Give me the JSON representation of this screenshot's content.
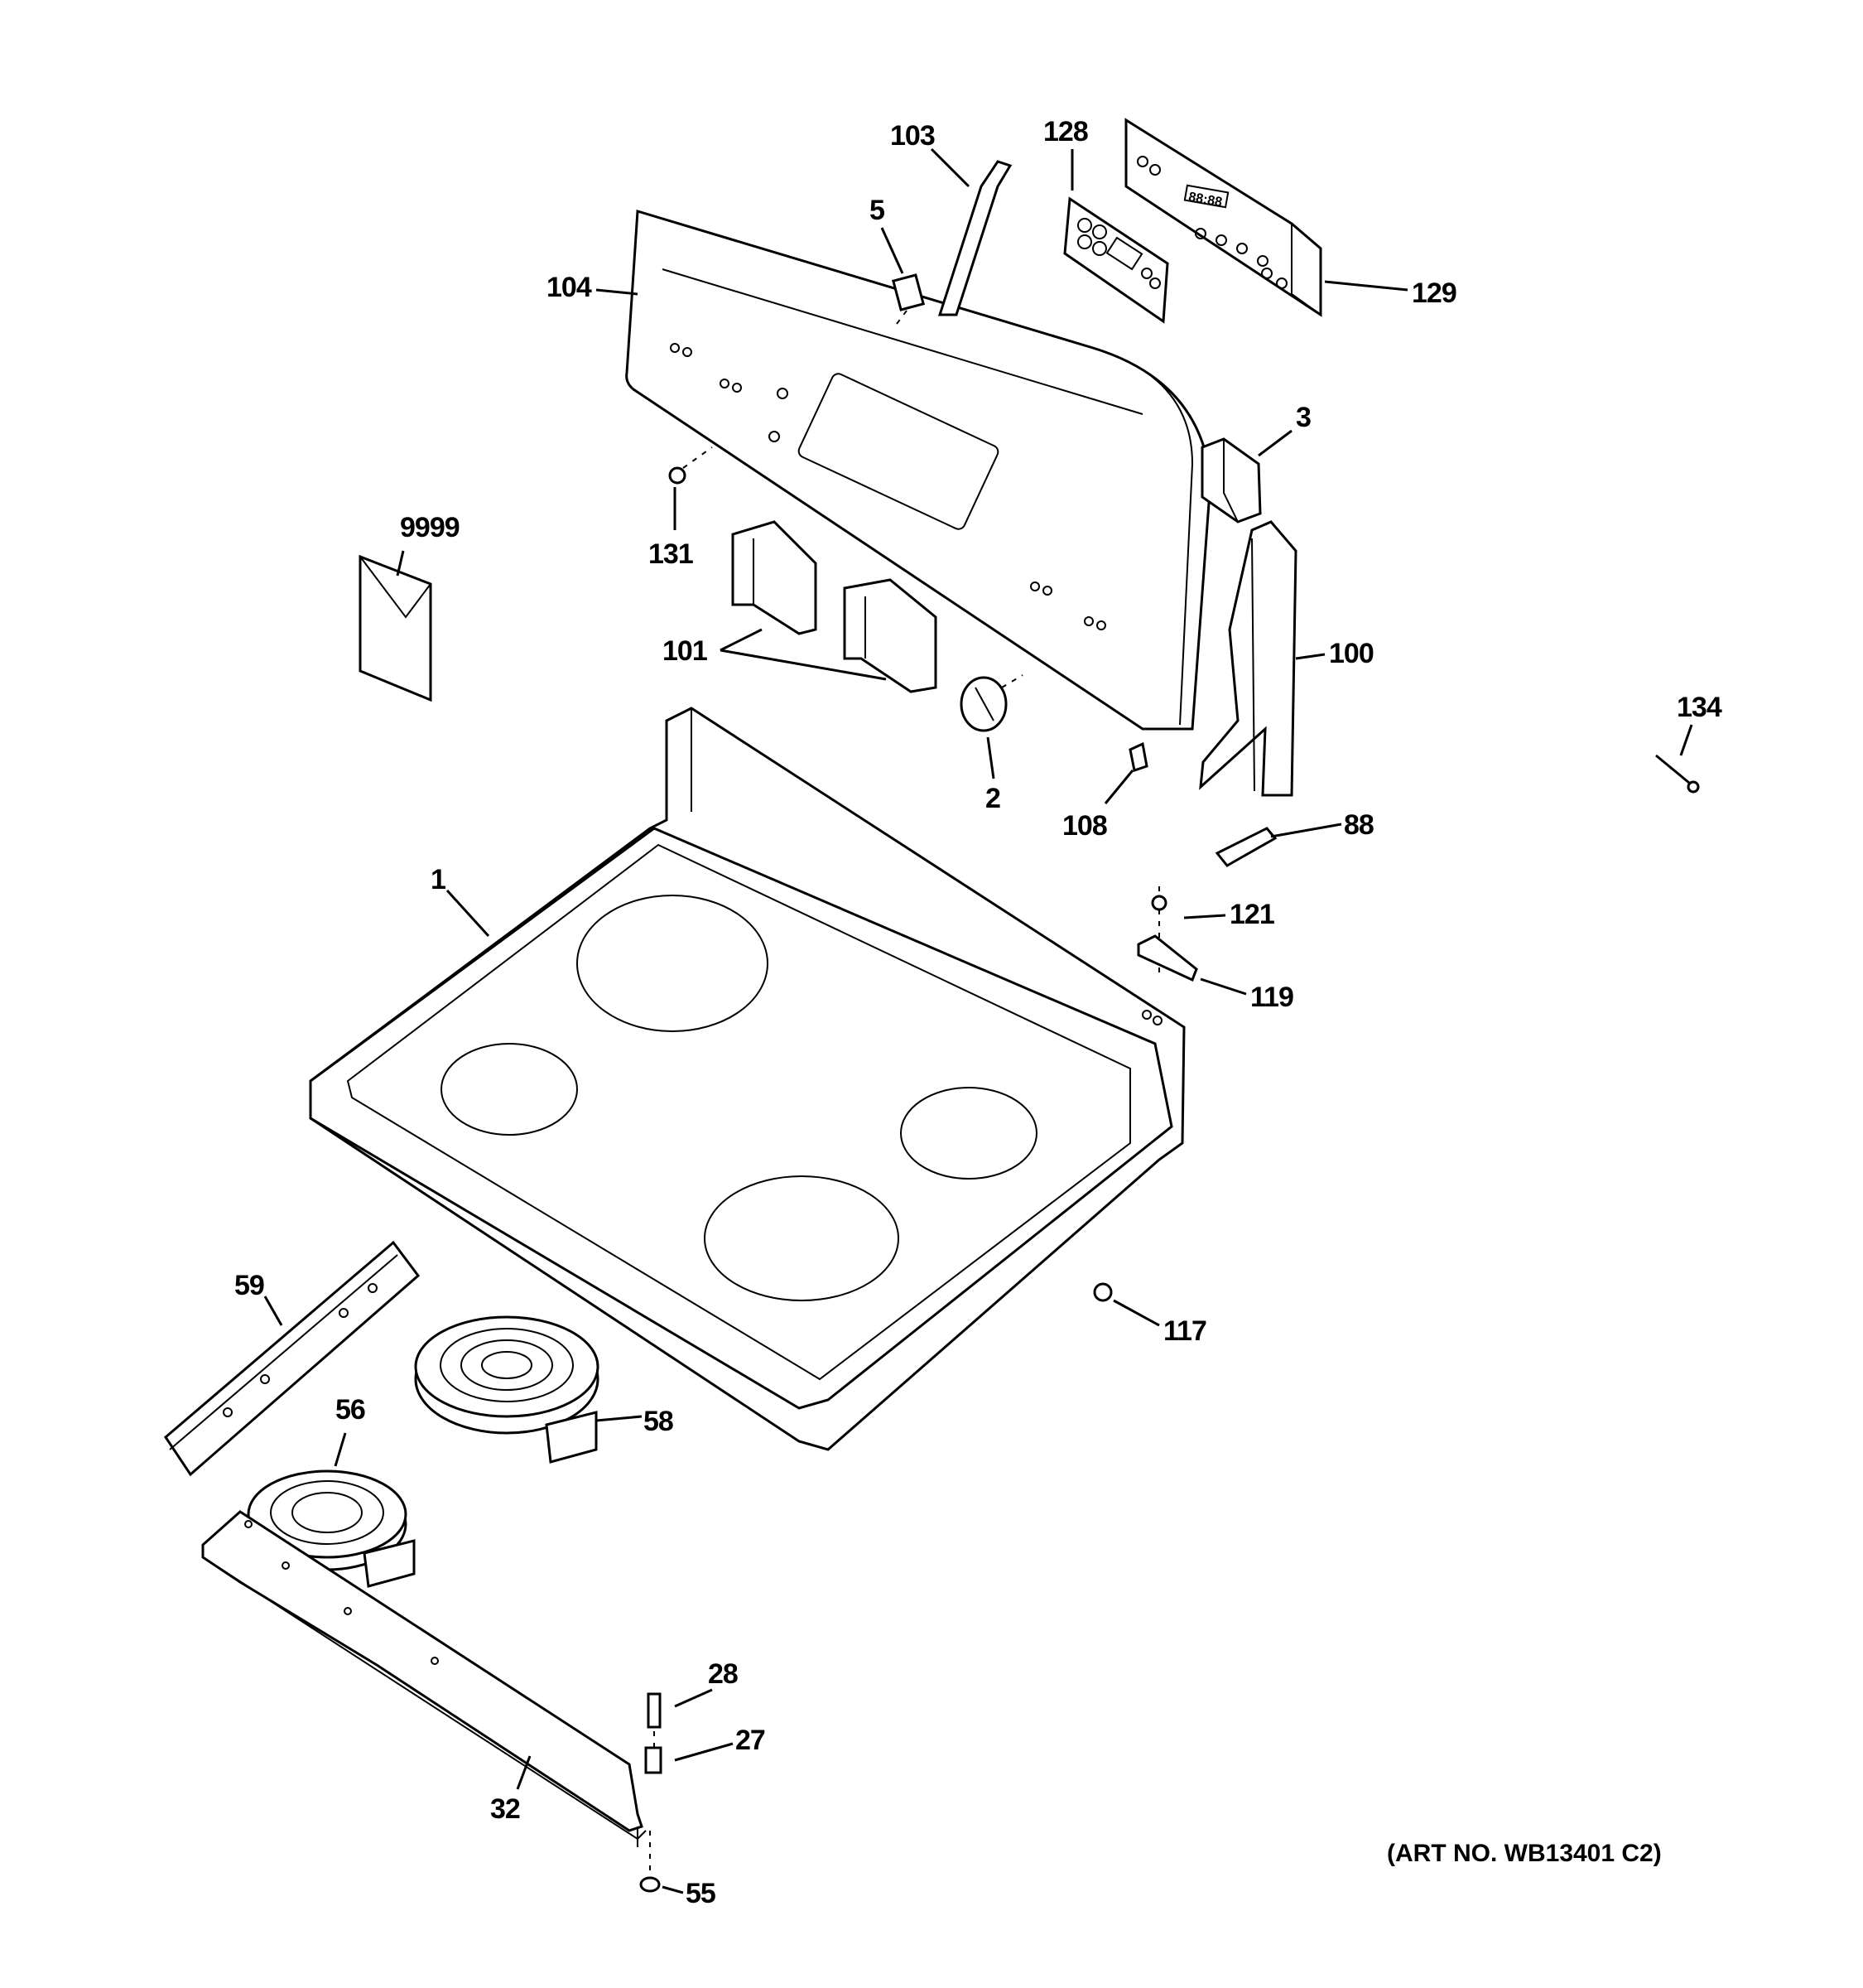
{
  "parts": {
    "p1": "1",
    "p2": "2",
    "p3": "3",
    "p5": "5",
    "p27": "27",
    "p28": "28",
    "p32": "32",
    "p55": "55",
    "p56": "56",
    "p58": "58",
    "p59": "59",
    "p88": "88",
    "p100": "100",
    "p101": "101",
    "p103": "103",
    "p104": "104",
    "p108": "108",
    "p117": "117",
    "p119": "119",
    "p121": "121",
    "p128": "128",
    "p129": "129",
    "p131": "131",
    "p134": "134",
    "p9999": "9999"
  },
  "control_panel": {
    "display": "88:88"
  },
  "art_number": "(ART NO. WB13401 C2)"
}
